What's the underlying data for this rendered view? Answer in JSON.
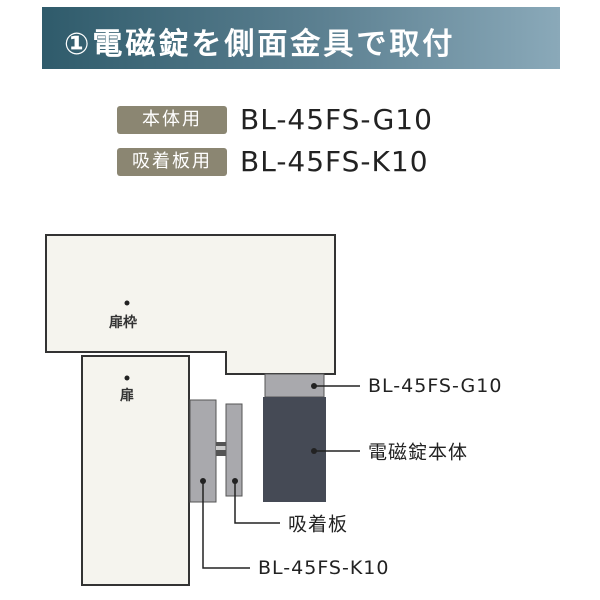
{
  "header": {
    "title": "①電磁錠を側面金具で取付"
  },
  "specs": [
    {
      "badge": "本体用",
      "model": "BL-45FS-G10"
    },
    {
      "badge": "吸着板用",
      "model": "BL-45FS-K10"
    }
  ],
  "diagram": {
    "frame_label": "扉枠",
    "door_label": "扉",
    "bracket_label": "BL-45FS-G10",
    "body_label": "電磁錠本体",
    "plate_label": "吸着板",
    "plate_bracket_label": "BL-45FS-K10"
  },
  "colors": {
    "banner_start": "#2f5b6b",
    "banner_end": "#8aa9b9",
    "badge": "#8b8672",
    "lock_body": "#454a55",
    "metal": "#a9a9ad",
    "wood": "#f5f4ee"
  }
}
